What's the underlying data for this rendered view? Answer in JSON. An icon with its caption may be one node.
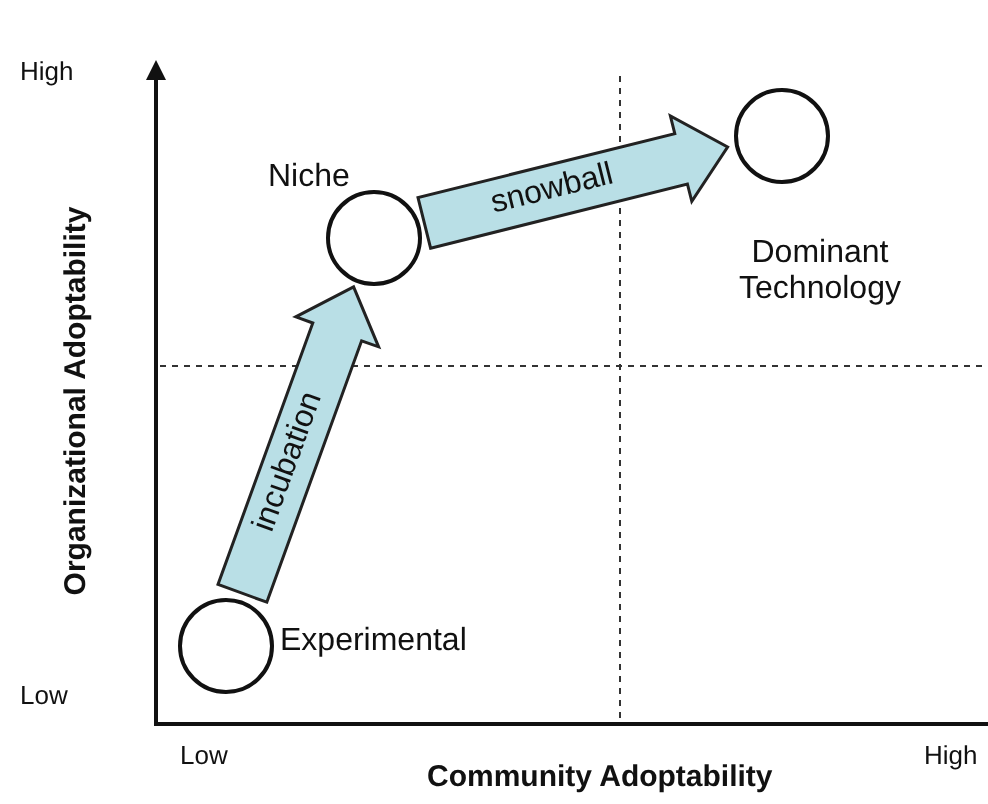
{
  "diagram": {
    "nodes": [
      {
        "text": [],
        "shape": "circle",
        "beside": [
          "Niche"
        ]
      },
      {
        "text": [],
        "shape": "circle",
        "beside": [
          "Dominant Technology"
        ]
      },
      {
        "text": [],
        "shape": "circle",
        "beside": [
          "Experimental"
        ]
      }
    ],
    "edges": [
      {
        "from": 2,
        "to": 0,
        "arrow": "to",
        "label": "incubation"
      },
      {
        "from": 0,
        "to": 1,
        "arrow": "to",
        "label": "snowball"
      }
    ],
    "labels": [
      "High",
      "Organizational Adoptability",
      "Low",
      "Low",
      "Community Adoptability",
      "High"
    ]
  }
}
